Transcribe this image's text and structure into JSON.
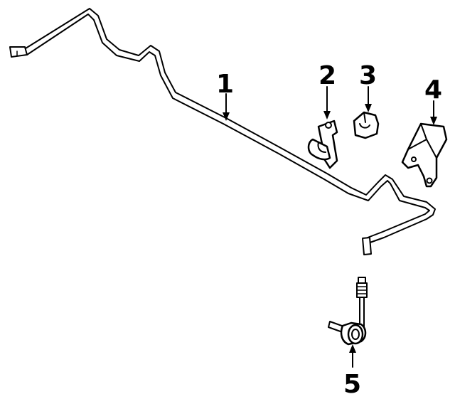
{
  "parts": [
    {
      "number": "1",
      "id": "stabilizer-bar"
    },
    {
      "number": "2",
      "id": "bar-bracket"
    },
    {
      "number": "3",
      "id": "bushing"
    },
    {
      "number": "4",
      "id": "mount-bracket"
    },
    {
      "number": "5",
      "id": "stabilizer-link"
    }
  ],
  "colors": {
    "line": "#000000",
    "background": "#ffffff"
  }
}
